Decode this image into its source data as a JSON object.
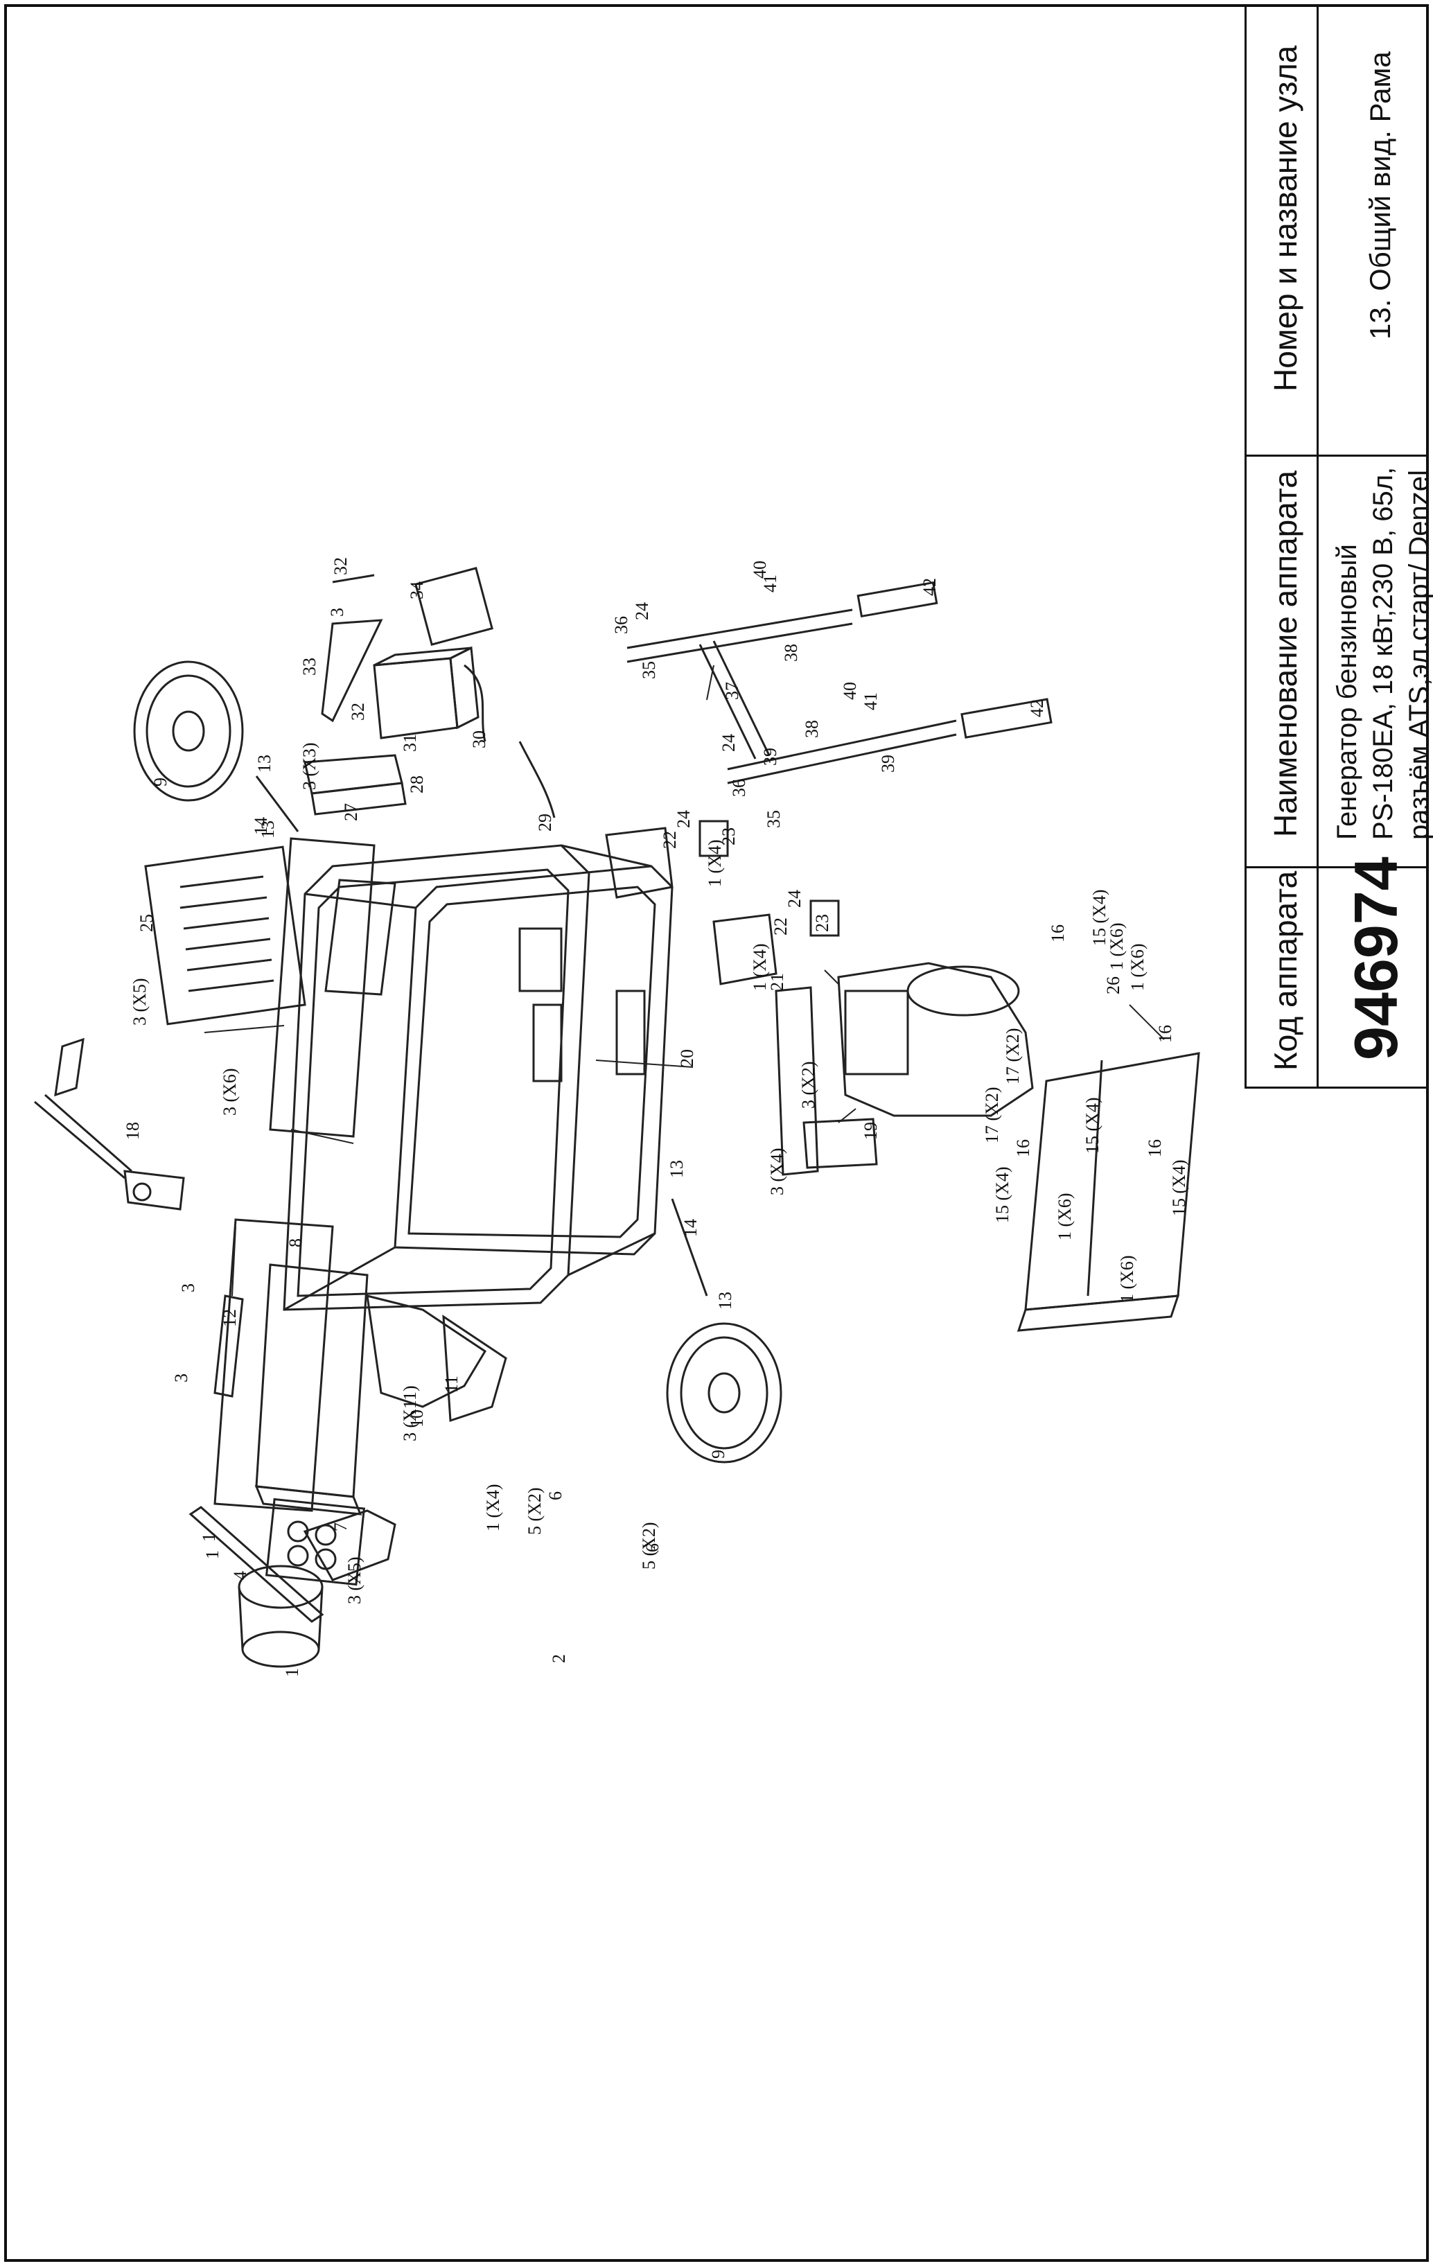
{
  "title_block": {
    "code_header": "Код аппарата",
    "code_value": "946974",
    "name_header": "Наименование аппарата",
    "name_lines": [
      "Генератор бензиновый",
      "PS-180EA, 18 кВт,230 В, 65л,",
      "разъём ATS,эл.старт/ Denzel"
    ],
    "node_header": "Номер и название узла",
    "node_value": "13. Общий вид. Рама"
  },
  "callouts": [
    "1",
    "1",
    "1 (X4)",
    "1 (X4)",
    "1 (X4)",
    "1 (X6)",
    "1 (X6)",
    "1 (X6)",
    "1 (X6)",
    "1",
    "2",
    "3",
    "3",
    "3 (X5)",
    "3 (X5)",
    "3 (X6)",
    "3 (X11)",
    "3 (X3)",
    "3 (X4)",
    "3 (X2)",
    "3",
    "4",
    "5 (X2)",
    "5 (X2)",
    "6",
    "6",
    "7",
    "8",
    "9",
    "9",
    "10",
    "11",
    "12",
    "13",
    "13",
    "13",
    "13",
    "14",
    "14",
    "15 (X4)",
    "15 (X4)",
    "15 (X4)",
    "15 (X4)",
    "16",
    "16",
    "16",
    "16",
    "17 (X2)",
    "17 (X2)",
    "18",
    "19",
    "20",
    "21",
    "22",
    "22",
    "23",
    "23",
    "24",
    "24",
    "24",
    "24",
    "25",
    "26",
    "27",
    "28",
    "29",
    "30",
    "31",
    "32",
    "32",
    "33",
    "34",
    "35",
    "35",
    "36",
    "36",
    "37",
    "38",
    "38",
    "39",
    "39",
    "40",
    "40",
    "41",
    "41",
    "42",
    "42"
  ]
}
